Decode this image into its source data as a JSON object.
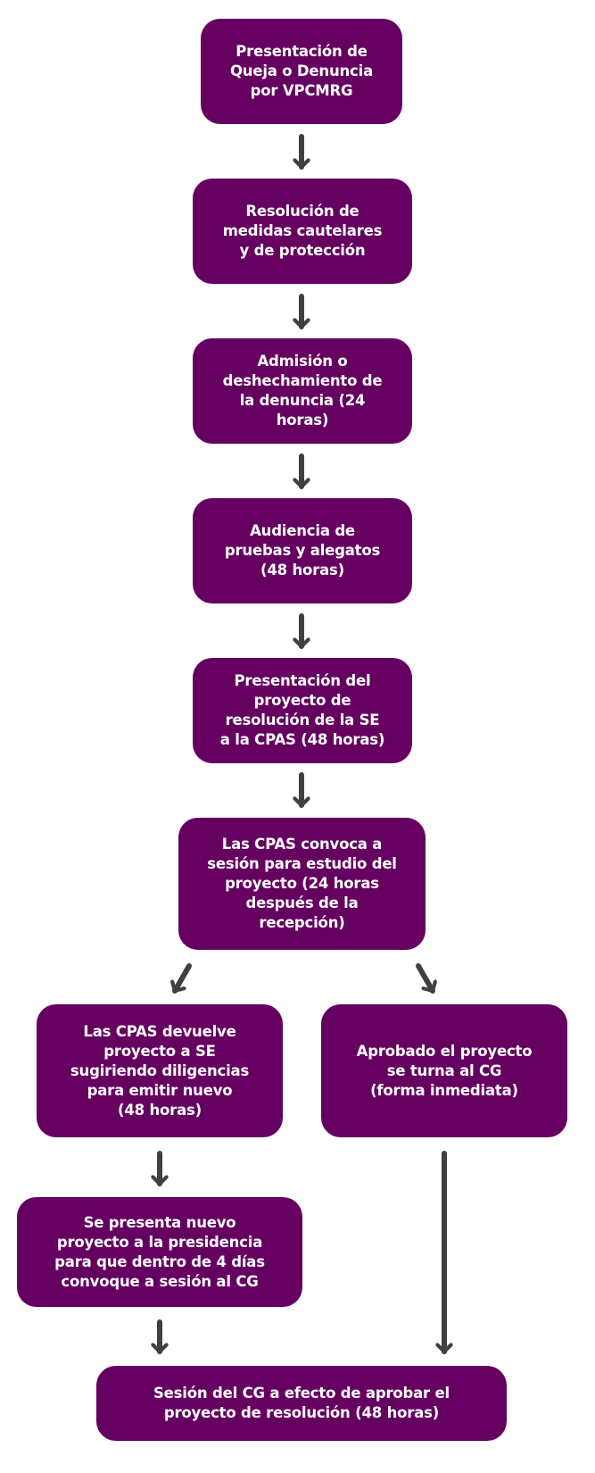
{
  "colors": {
    "box": "#650061",
    "arrow": "#404040",
    "text": "#ffffff"
  },
  "steps": [
    {
      "text": "Presentación de\nQueja o Denuncia\npor VPCMRG"
    },
    {
      "text": "Resolución de\nmedidas cautelares\ny de protección"
    },
    {
      "text": "Admisión o\ndeshechamiento de\nla denuncia (24\nhoras)"
    },
    {
      "text": "Audiencia de\npruebas y alegatos\n(48 horas)"
    },
    {
      "text": "Presentación del\nproyecto de\nresolución de la SE\na la CPAS (48 horas)"
    },
    {
      "text": "Las CPAS convoca a\nsesión para estudio del\nproyecto (24 horas\ndespués de la\nrecepción)"
    },
    {
      "text": "Las CPAS devuelve\nproyecto a SE\nsugiriendo diligencias\npara emitir nuevo\n(48 horas)"
    },
    {
      "text": "Aprobado el proyecto\nse turna al CG\n(forma inmediata)"
    },
    {
      "text": "Se presenta nuevo\nproyecto a la presidencia\npara que dentro de 4 días\nconvoque a sesión al CG"
    },
    {
      "text": "Sesión del CG a efecto de aprobar el\nproyecto de resolución (48 horas)"
    }
  ]
}
